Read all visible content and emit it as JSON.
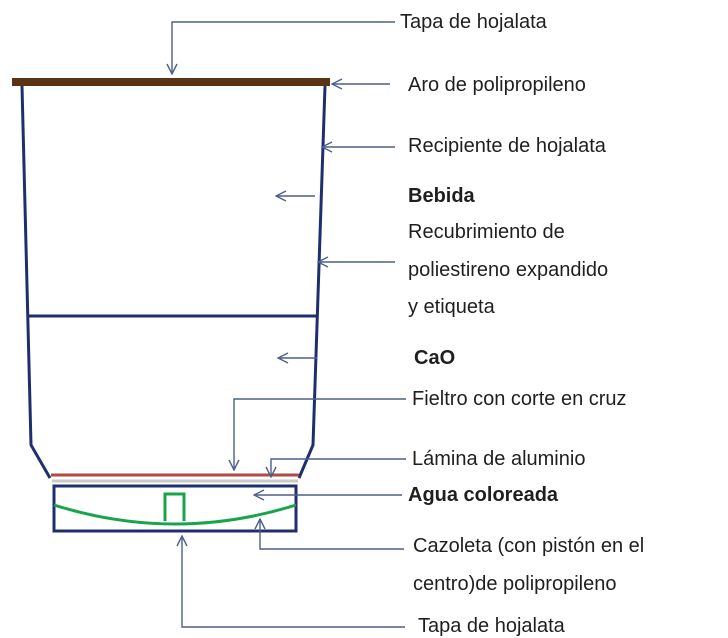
{
  "colors": {
    "vessel_outline": "#1f2f6e",
    "lid": "#5a3312",
    "felt_line": "#b04a43",
    "aluminium_line": "#c9c9c9",
    "water_curve": "#18a54a",
    "pointer": "#4d5f8a",
    "label_text": "#1f1f1f"
  },
  "labels": {
    "tapa_top": "Tapa de hojalata",
    "aro": "Aro de polipropileno",
    "recipiente": "Recipiente de hojalata",
    "bebida": "Bebida",
    "recubrimiento_1": "Recubrimiento de",
    "recubrimiento_2": "poliestireno expandido",
    "recubrimiento_3": "y etiqueta",
    "cao": "CaO",
    "fieltro": "Fieltro con corte en cruz",
    "lamina": "Lámina de aluminio",
    "agua": "Agua coloreada",
    "cazoleta_1": "Cazoleta (con pistón en el",
    "cazoleta_2": "centro)de polipropileno",
    "tapa_bottom": "Tapa de hojalata"
  }
}
